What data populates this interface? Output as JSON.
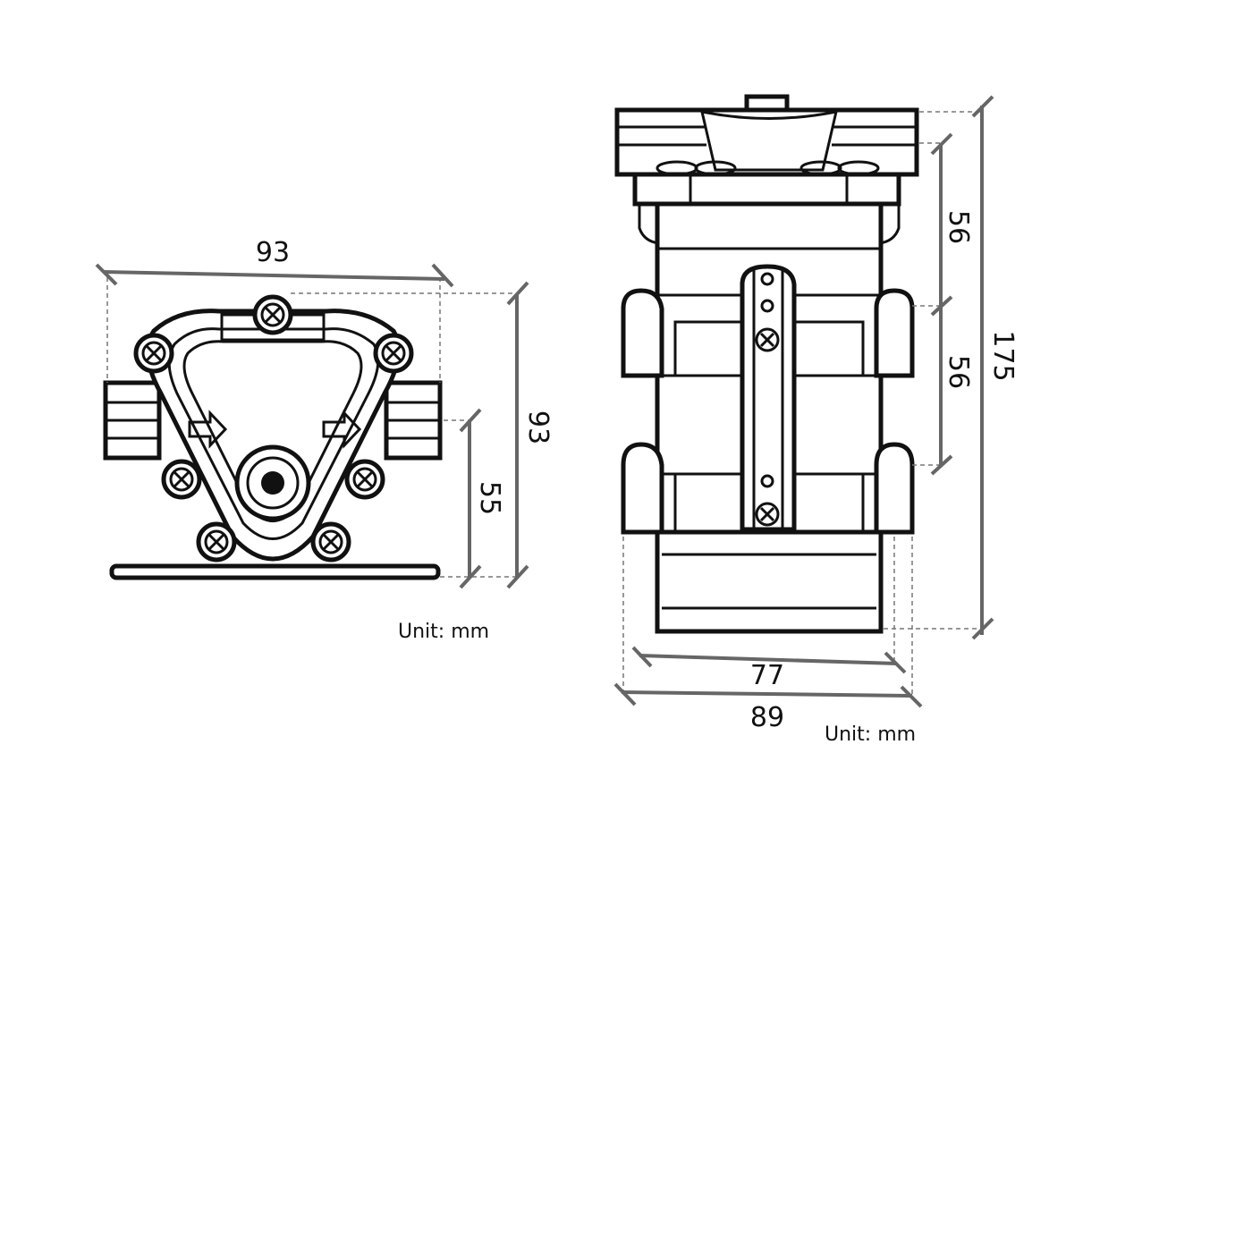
{
  "front_view": {
    "width_label": "93",
    "height_label": "93",
    "inlet_height_label": "55",
    "unit_label": "Unit: mm"
  },
  "side_view": {
    "upper_section_label": "56",
    "middle_section_label": "56",
    "total_height_label": "175",
    "body_width_label": "77",
    "overall_width_label": "89",
    "unit_label": "Unit: mm"
  }
}
